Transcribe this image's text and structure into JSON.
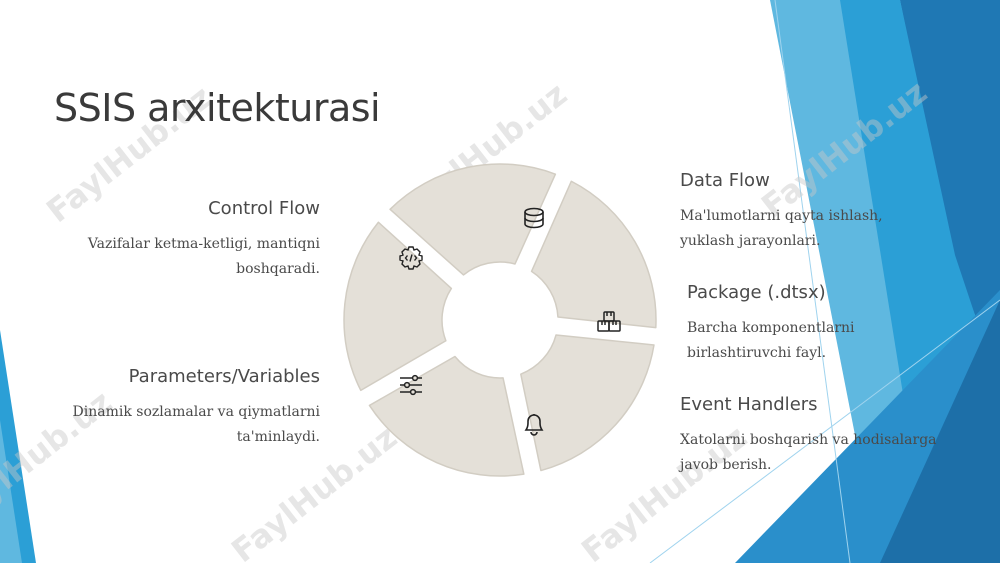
{
  "title": "SSIS arxitekturasi",
  "sections": {
    "control_flow": {
      "heading": "Control Flow",
      "line1": "Vazifalar ketma-ketligi, mantiqni",
      "line2": "boshqaradi."
    },
    "parameters": {
      "heading": "Parameters/Variables",
      "line1": "Dinamik sozlamalar va qiymatlarni",
      "line2": "ta'minlaydi."
    },
    "data_flow": {
      "heading": "Data Flow",
      "line1": "Ma'lumotlarni qayta ishlash,",
      "line2": "yuklash jarayonlari."
    },
    "package": {
      "heading": "Package (.dtsx)",
      "line1": "Barcha komponentlarni",
      "line2": "birlashtiruvchi fayl."
    },
    "event_handlers": {
      "heading": "Event Handlers",
      "line1": "Xatolarni boshqarish va hodisalarga",
      "line2": "javob berish."
    }
  },
  "diagram": {
    "segments": [
      {
        "name": "data-flow",
        "icon": "database-icon"
      },
      {
        "name": "package",
        "icon": "boxes-icon"
      },
      {
        "name": "event-handlers",
        "icon": "bell-icon"
      },
      {
        "name": "parameters",
        "icon": "sliders-icon"
      },
      {
        "name": "control-flow",
        "icon": "code-gear-icon"
      }
    ],
    "segment_fill": "#e4e0d8",
    "segment_stroke": "#d2cdc3"
  },
  "watermark": "FaylHub.uz",
  "colors": {
    "accent_dark": "#1f78b4",
    "accent_mid": "#2b9fd6",
    "accent_light": "#7ccaeb"
  }
}
